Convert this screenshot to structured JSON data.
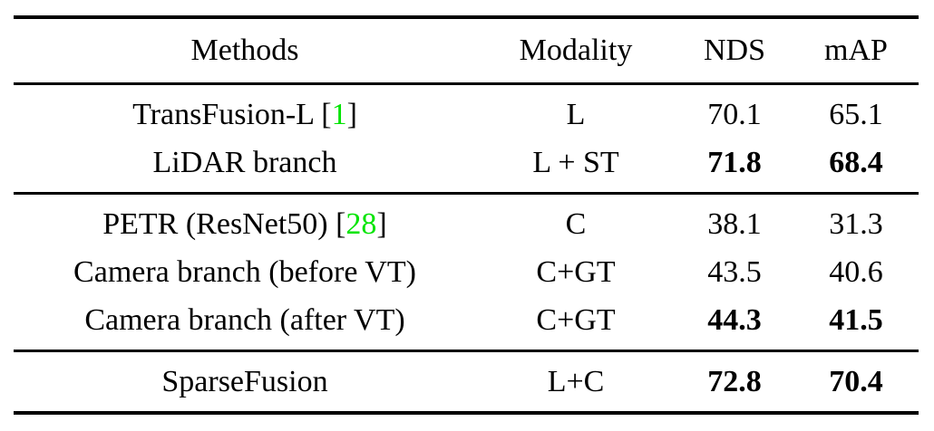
{
  "page": {
    "background": "#ffffff",
    "text_color": "#000000",
    "citation_color": "#00e400"
  },
  "table": {
    "headers": [
      {
        "label": "Methods"
      },
      {
        "label": "Modality"
      },
      {
        "label": "NDS"
      },
      {
        "label": "mAP"
      }
    ],
    "sections": [
      {
        "rows": [
          {
            "method": "TransFusion-L",
            "citation": "1",
            "modality": "L",
            "nds": "70.1",
            "map": "65.1",
            "bold_metrics": false
          },
          {
            "method": "LiDAR branch",
            "citation": null,
            "modality": "L + ST",
            "nds": "71.8",
            "map": "68.4",
            "bold_metrics": true
          }
        ]
      },
      {
        "rows": [
          {
            "method": "PETR (ResNet50)",
            "citation": "28",
            "modality": "C",
            "nds": "38.1",
            "map": "31.3",
            "bold_metrics": false
          },
          {
            "method": "Camera branch (before VT)",
            "citation": null,
            "modality": "C+GT",
            "nds": "43.5",
            "map": "40.6",
            "bold_metrics": false
          },
          {
            "method": "Camera branch (after VT)",
            "citation": null,
            "modality": "C+GT",
            "nds": "44.3",
            "map": "41.5",
            "bold_metrics": true
          }
        ]
      },
      {
        "rows": [
          {
            "method": "SparseFusion",
            "citation": null,
            "modality": "L+C",
            "nds": "72.8",
            "map": "70.4",
            "bold_metrics": true
          }
        ]
      }
    ]
  }
}
